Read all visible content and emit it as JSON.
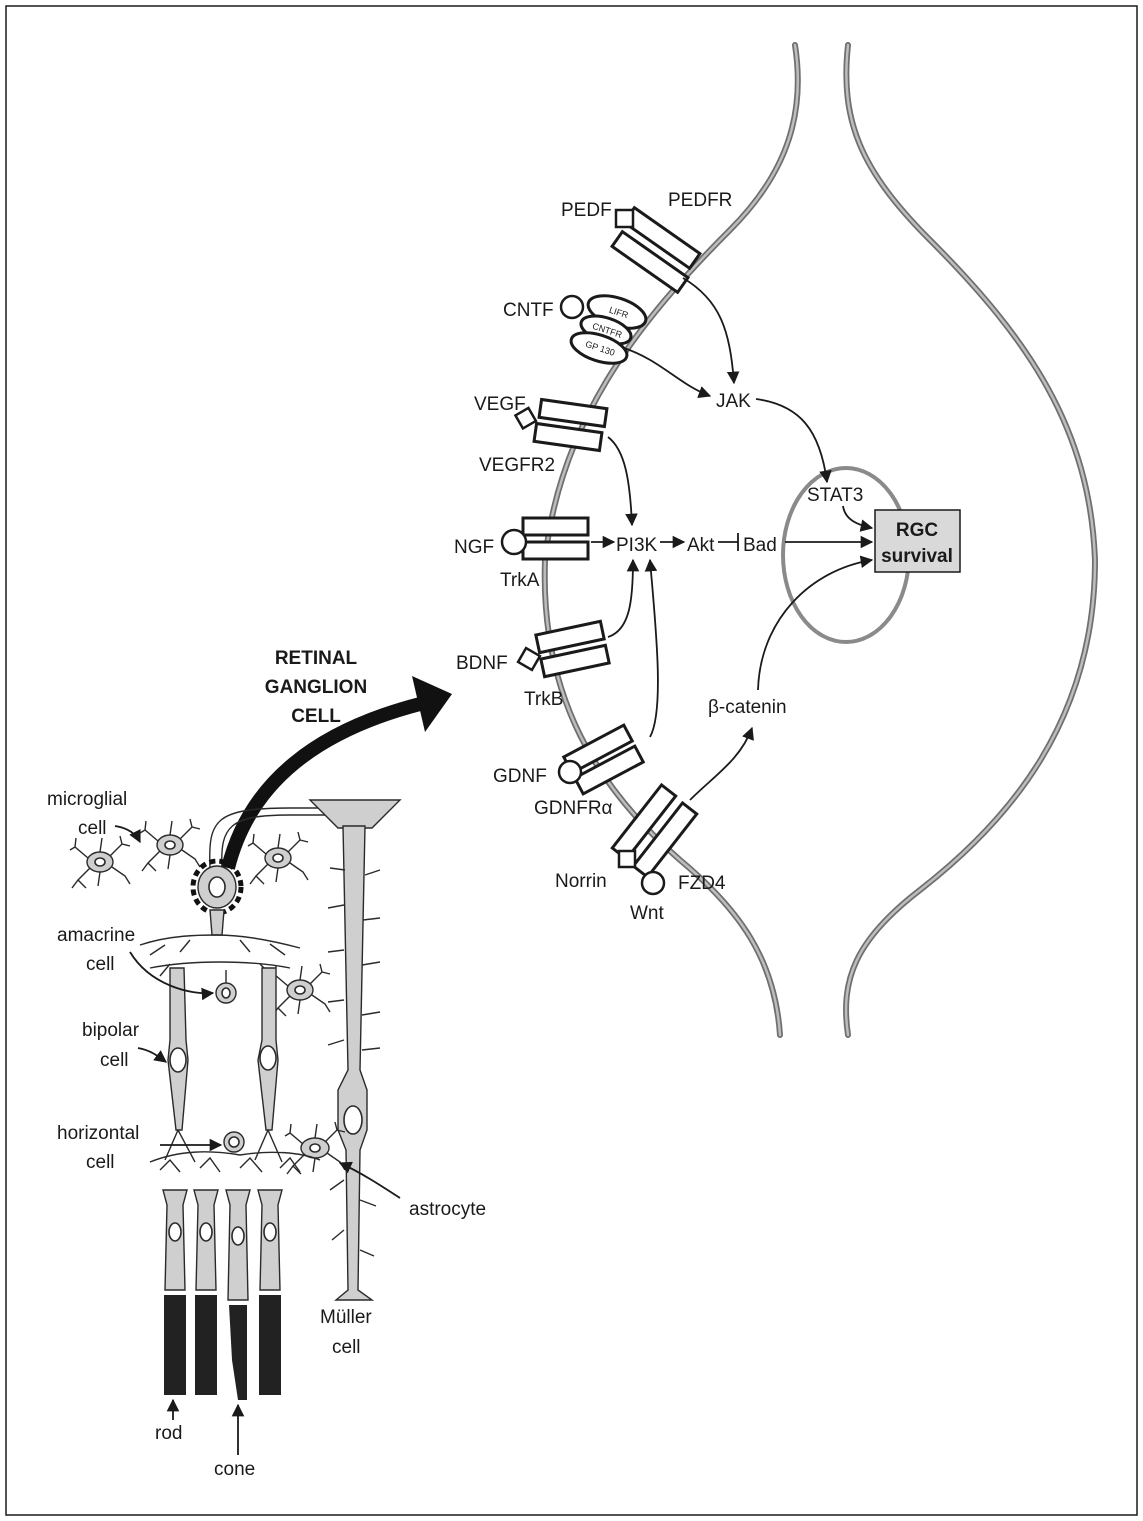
{
  "ligands": {
    "pedf": "PEDF",
    "cntf": "CNTF",
    "vegf": "VEGF",
    "ngf": "NGF",
    "bdnf": "BDNF",
    "gdnf": "GDNF",
    "norrin": "Norrin",
    "wnt": "Wnt"
  },
  "receptors": {
    "pedfr": "PEDFR",
    "lifr": "LIFR",
    "cntfr": "CNTFR",
    "gp130": "GP 130",
    "vegfr2": "VEGFR2",
    "trka": "TrkA",
    "trkb": "TrkB",
    "gdnfra": "GDNFRα",
    "fzd4": "FZD4"
  },
  "pathway": {
    "jak": "JAK",
    "stat3": "STAT3",
    "pi3k": "PI3K",
    "akt": "Akt",
    "bad": "Bad",
    "beta_catenin": "β-catenin",
    "rgc_line1": "RGC",
    "rgc_line2": "survival"
  },
  "callout": {
    "line1": "RETINAL",
    "line2": "GANGLION",
    "line3": "CELL"
  },
  "retina_labels": {
    "microglial_1": "microglial",
    "microglial_2": "cell",
    "amacrine_1": "amacrine",
    "amacrine_2": "cell",
    "bipolar_1": "bipolar",
    "bipolar_2": "cell",
    "horizontal_1": "horizontal",
    "horizontal_2": "cell",
    "astrocyte": "astrocyte",
    "muller_1": "Müller",
    "muller_2": "cell",
    "rod": "rod",
    "cone": "cone"
  },
  "colors": {
    "membrane": "#6f6f6f",
    "cell_fill": "#cfcfcf",
    "rgc_box": "#d9d9d9",
    "nucleus_ring": "#8a8a8a",
    "ink": "#1a1a1a"
  }
}
